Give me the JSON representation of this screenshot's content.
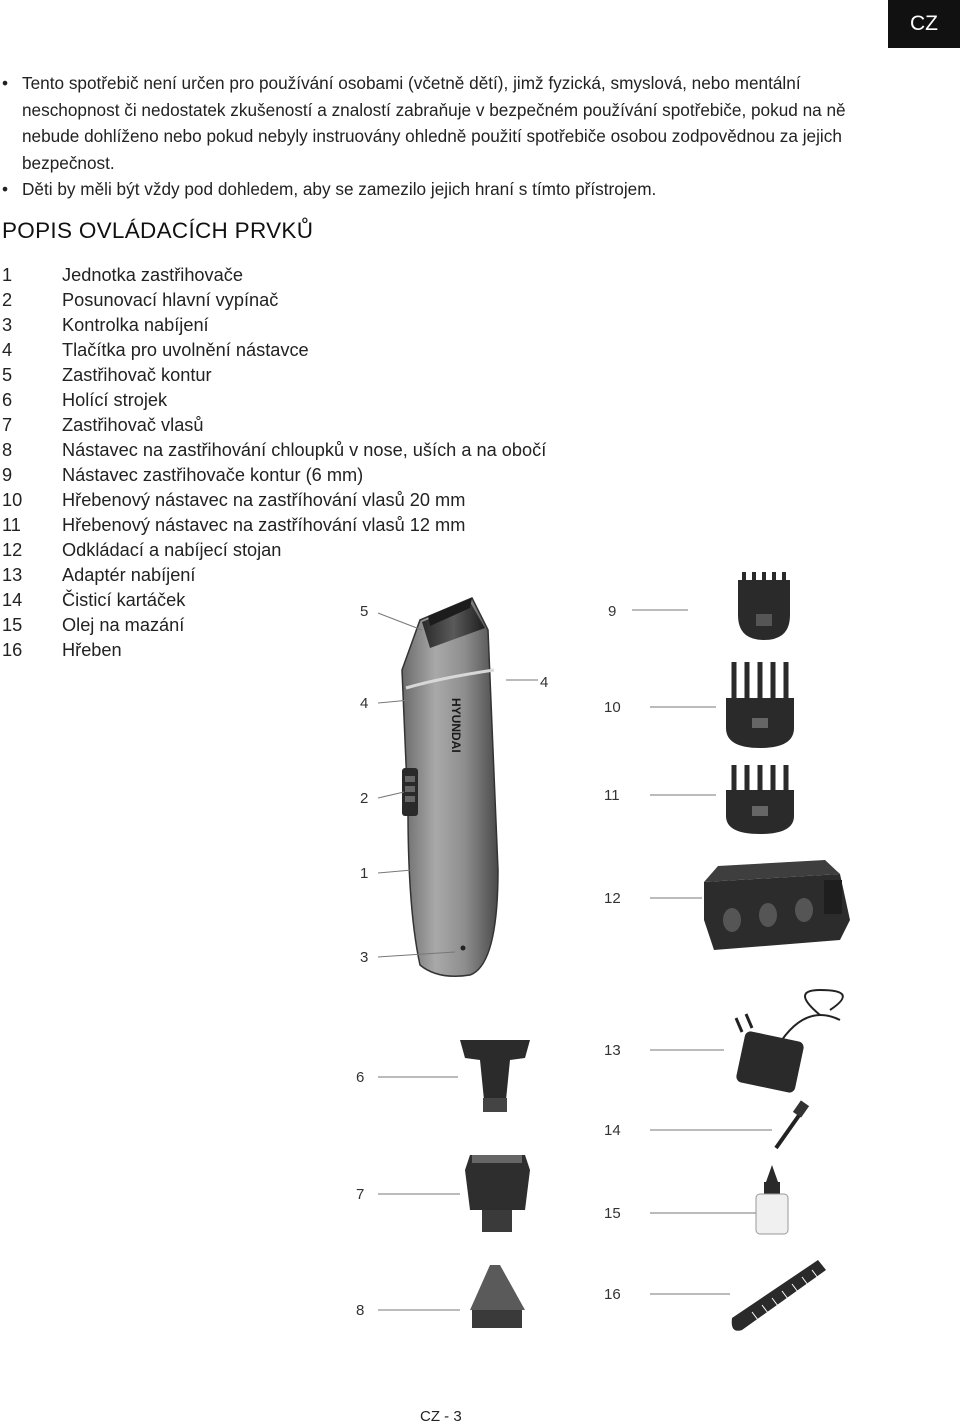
{
  "lang_tab": "CZ",
  "intro_bullets": [
    "Tento spotřebič není určen pro používání osobami (včetně dětí), jimž fyzická, smyslová, nebo mentální neschopnost či nedostatek zkušeností a znalostí zabraňuje v bezpečném používání spotřebiče, pokud na ně nebude dohlíženo nebo pokud nebyly instruovány ohledně použití spotřebiče osobou zodpovědnou za jejich bezpečnost.",
    "Děti by měli být vždy pod dohledem, aby se zamezilo jejich hraní s tímto přístrojem."
  ],
  "section_title": "POPIS OVLÁDACÍCH PRVKŮ",
  "parts": [
    {
      "num": "1",
      "label": "Jednotka zastřihovače"
    },
    {
      "num": "2",
      "label": "Posunovací hlavní vypínač"
    },
    {
      "num": "3",
      "label": "Kontrolka nabíjení"
    },
    {
      "num": "4",
      "label": "Tlačítka pro uvolnění nástavce"
    },
    {
      "num": "5",
      "label": "Zastřihovač kontur"
    },
    {
      "num": "6",
      "label": "Holící strojek"
    },
    {
      "num": "7",
      "label": "Zastřihovač vlasů"
    },
    {
      "num": "8",
      "label": "Nástavec na zastřihování chloupků v nose, uších a na obočí"
    },
    {
      "num": "9",
      "label": "Nástavec zastřihovače kontur (6 mm)"
    },
    {
      "num": "10",
      "label": "Hřebenový nástavec na zastříhování vlasů 20 mm"
    },
    {
      "num": "11",
      "label": "Hřebenový nástavec na zastříhování vlasů 12 mm"
    },
    {
      "num": "12",
      "label": "Odkládací a nabíjecí stojan"
    },
    {
      "num": "13",
      "label": "Adaptér nabíjení"
    },
    {
      "num": "14",
      "label": "Čisticí kartáček"
    },
    {
      "num": "15",
      "label": "Olej na mazání"
    },
    {
      "num": "16",
      "label": "Hřeben"
    }
  ],
  "illustration": {
    "brand": "HYUNDAI",
    "callouts": [
      "5",
      "4",
      "4",
      "2",
      "1",
      "3",
      "6",
      "7",
      "8",
      "9",
      "10",
      "11",
      "12",
      "13",
      "14",
      "15",
      "16"
    ]
  },
  "footer": "CZ - 3"
}
